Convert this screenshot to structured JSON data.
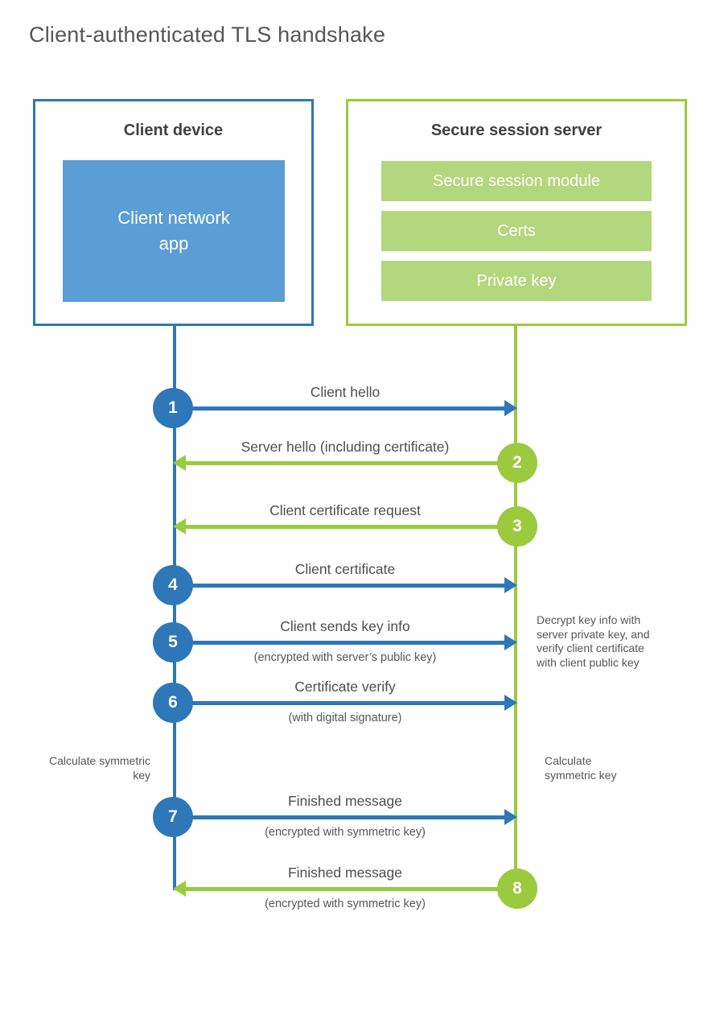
{
  "title": "Client-authenticated TLS handshake",
  "colors": {
    "blue": "#2e77b9",
    "blue_light": "#5b9dd5",
    "green": "#9bca3e",
    "green_light": "#b3d77d",
    "text_gray": "#55565a",
    "heading_gray": "#3f4043"
  },
  "client_box": {
    "title": "Client device",
    "app": "Client network app"
  },
  "server_box": {
    "title": "Secure session server",
    "modules": [
      "Secure session module",
      "Certs",
      "Private key"
    ]
  },
  "steps": [
    {
      "num": "1",
      "label": "Client hello",
      "sub": "",
      "from": "client"
    },
    {
      "num": "2",
      "label": "Server hello (including certificate)",
      "sub": "",
      "from": "server"
    },
    {
      "num": "3",
      "label": "Client certificate request",
      "sub": "",
      "from": "server"
    },
    {
      "num": "4",
      "label": "Client certificate",
      "sub": "",
      "from": "client"
    },
    {
      "num": "5",
      "label": "Client sends key info",
      "sub": "(encrypted with server’s public key)",
      "from": "client"
    },
    {
      "num": "6",
      "label": "Certificate verify",
      "sub": "(with digital signature)",
      "from": "client"
    },
    {
      "num": "7",
      "label": "Finished message",
      "sub": "(encrypted with symmetric key)",
      "from": "client"
    },
    {
      "num": "8",
      "label": "Finished message",
      "sub": "(encrypted with symmetric key)",
      "from": "server"
    }
  ],
  "annotations": {
    "decrypt_note": "Decrypt key info with server private key, and verify client certificate with client public key",
    "calc_left": "Calculate symmetric key",
    "calc_right": "Calculate symmetric key"
  }
}
